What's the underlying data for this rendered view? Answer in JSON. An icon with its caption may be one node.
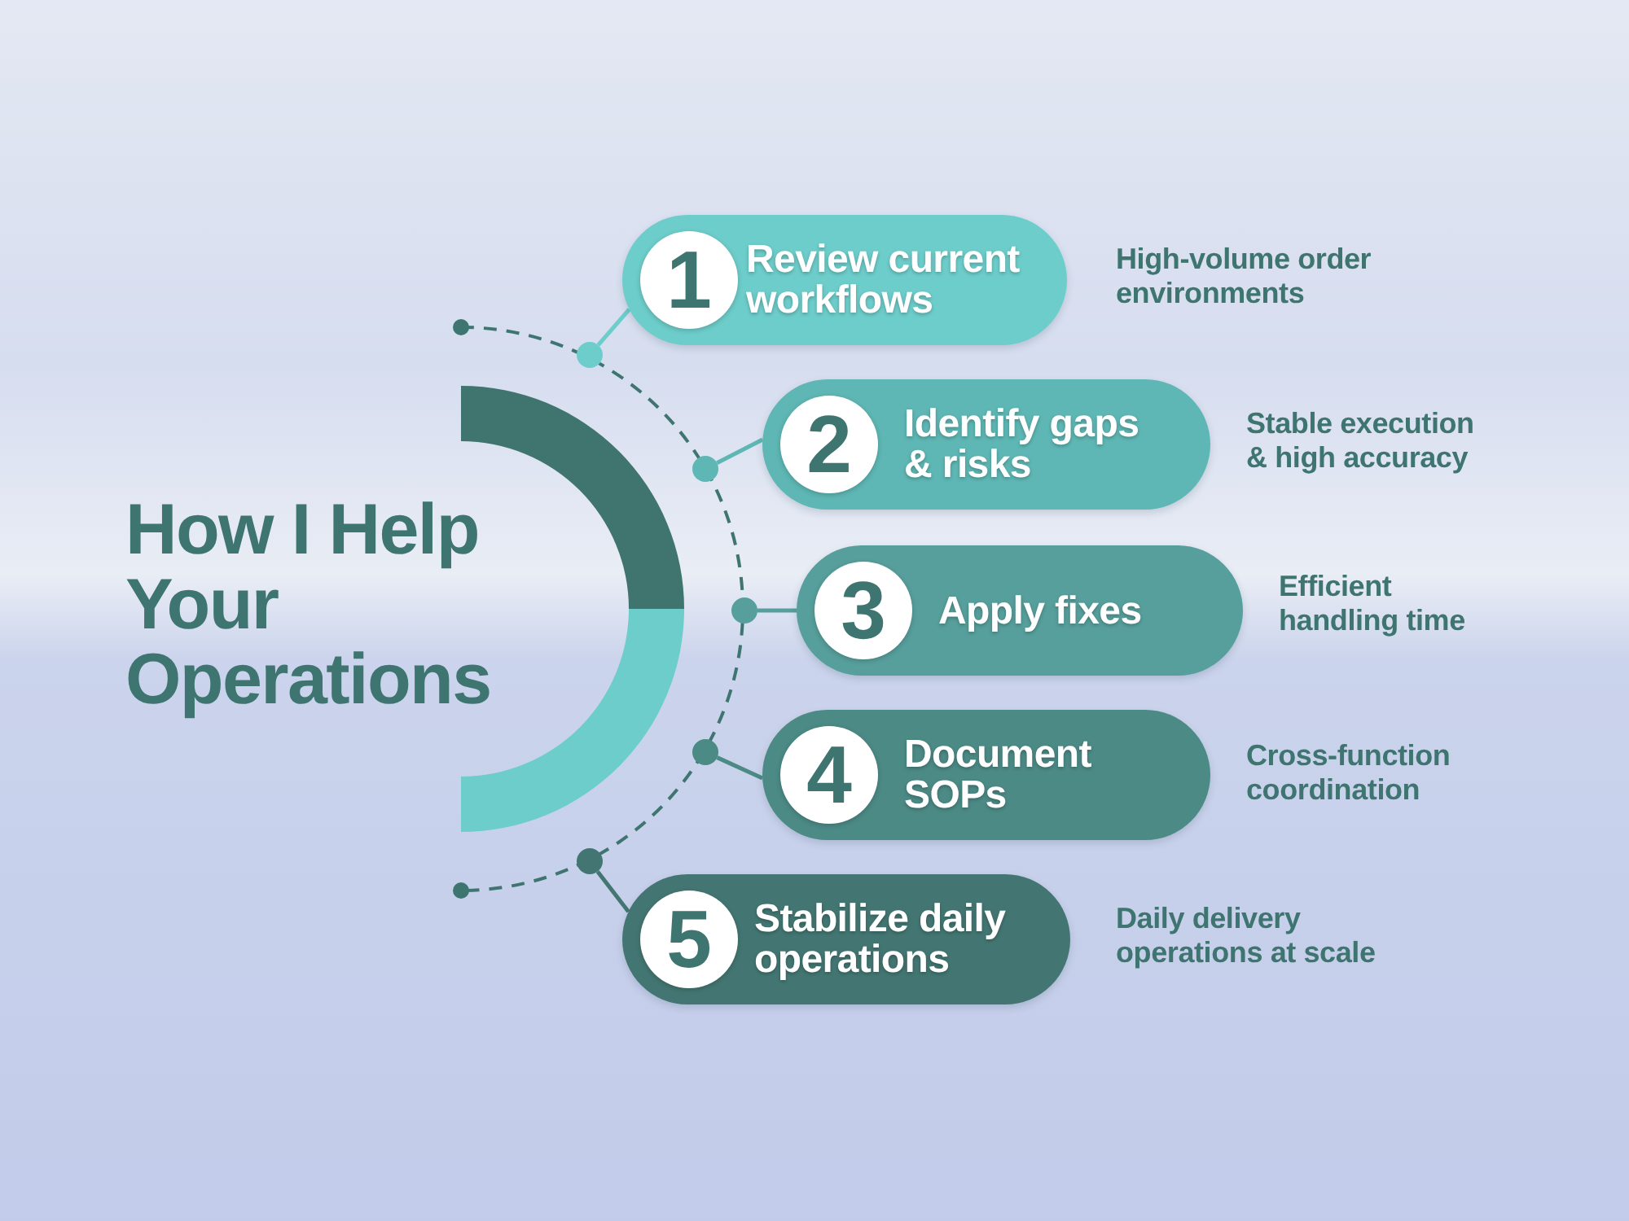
{
  "diagram": {
    "title": "How I Help Your Operations",
    "nodes": [
      {
        "text": [
          "1",
          "Review current workflows"
        ],
        "beside": [
          "High-volume order environments"
        ]
      },
      {
        "text": [
          "2",
          "Identify gaps & risks"
        ],
        "beside": [
          "Stable execution & high accuracy"
        ]
      },
      {
        "text": [
          "3",
          "Apply fixes"
        ],
        "beside": [
          "Efficient handling time"
        ]
      },
      {
        "text": [
          "4",
          "Document SOPs"
        ],
        "beside": [
          "Cross-function coordination"
        ]
      },
      {
        "text": [
          "5",
          "Stabilize daily operations"
        ],
        "beside": [
          "Daily delivery operations at scale"
        ]
      },
      {
        "text": [],
        "shape": "circle"
      },
      {
        "text": [],
        "shape": "circle"
      },
      {
        "text": [],
        "shape": "circle"
      },
      {
        "text": [],
        "shape": "circle"
      },
      {
        "text": [],
        "shape": "circle"
      }
    ],
    "edges": [
      {
        "from": 5,
        "to": 0,
        "arrow": "none",
        "color": "#6dcdca"
      },
      {
        "from": 6,
        "to": 1,
        "arrow": "none",
        "color": "#5eb7b4"
      },
      {
        "from": 7,
        "to": 2,
        "arrow": "none",
        "color": "#579f9c"
      },
      {
        "from": 8,
        "to": 3,
        "arrow": "none",
        "color": "#4c8a86"
      },
      {
        "from": 9,
        "to": 4,
        "arrow": "none",
        "color": "#437672"
      }
    ]
  }
}
